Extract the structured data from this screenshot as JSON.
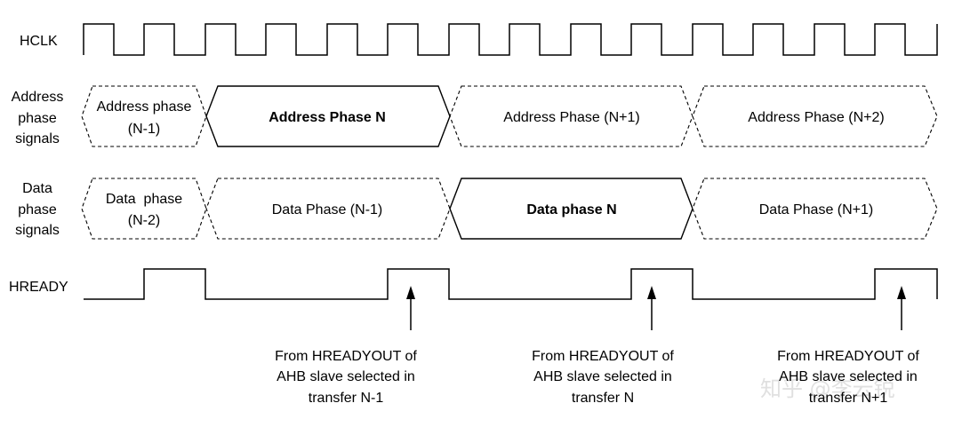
{
  "signals": {
    "hclk": "HCLK",
    "address": [
      "Address",
      "phase",
      "signals"
    ],
    "data": [
      "Data",
      "phase",
      "signals"
    ],
    "hready": "HREADY"
  },
  "address_phases": [
    {
      "lines": [
        "Address phase",
        "(N-1)"
      ],
      "style": "dashed",
      "bold": false
    },
    {
      "lines": [
        "Address Phase N"
      ],
      "style": "solid",
      "bold": true
    },
    {
      "lines": [
        "Address Phase (N+1)"
      ],
      "style": "dashed",
      "bold": false
    },
    {
      "lines": [
        "Address Phase (N+2)"
      ],
      "style": "dashed",
      "bold": false
    }
  ],
  "data_phases": [
    {
      "lines": [
        "Data  phase",
        "(N-2)"
      ],
      "style": "dashed",
      "bold": false
    },
    {
      "lines": [
        "Data Phase (N-1)"
      ],
      "style": "dashed",
      "bold": false
    },
    {
      "lines": [
        "Data phase N"
      ],
      "style": "solid",
      "bold": true
    },
    {
      "lines": [
        "Data Phase (N+1)"
      ],
      "style": "dashed",
      "bold": false
    }
  ],
  "annotations": [
    [
      "From HREADYOUT of",
      "AHB slave selected in",
      "transfer N-1"
    ],
    [
      "From HREADYOUT of",
      "AHB slave selected in",
      "transfer N"
    ],
    [
      "From HREADYOUT of",
      "AHB slave selected in",
      "transfer N+1"
    ]
  ],
  "watermark": "知乎 @李云锐"
}
